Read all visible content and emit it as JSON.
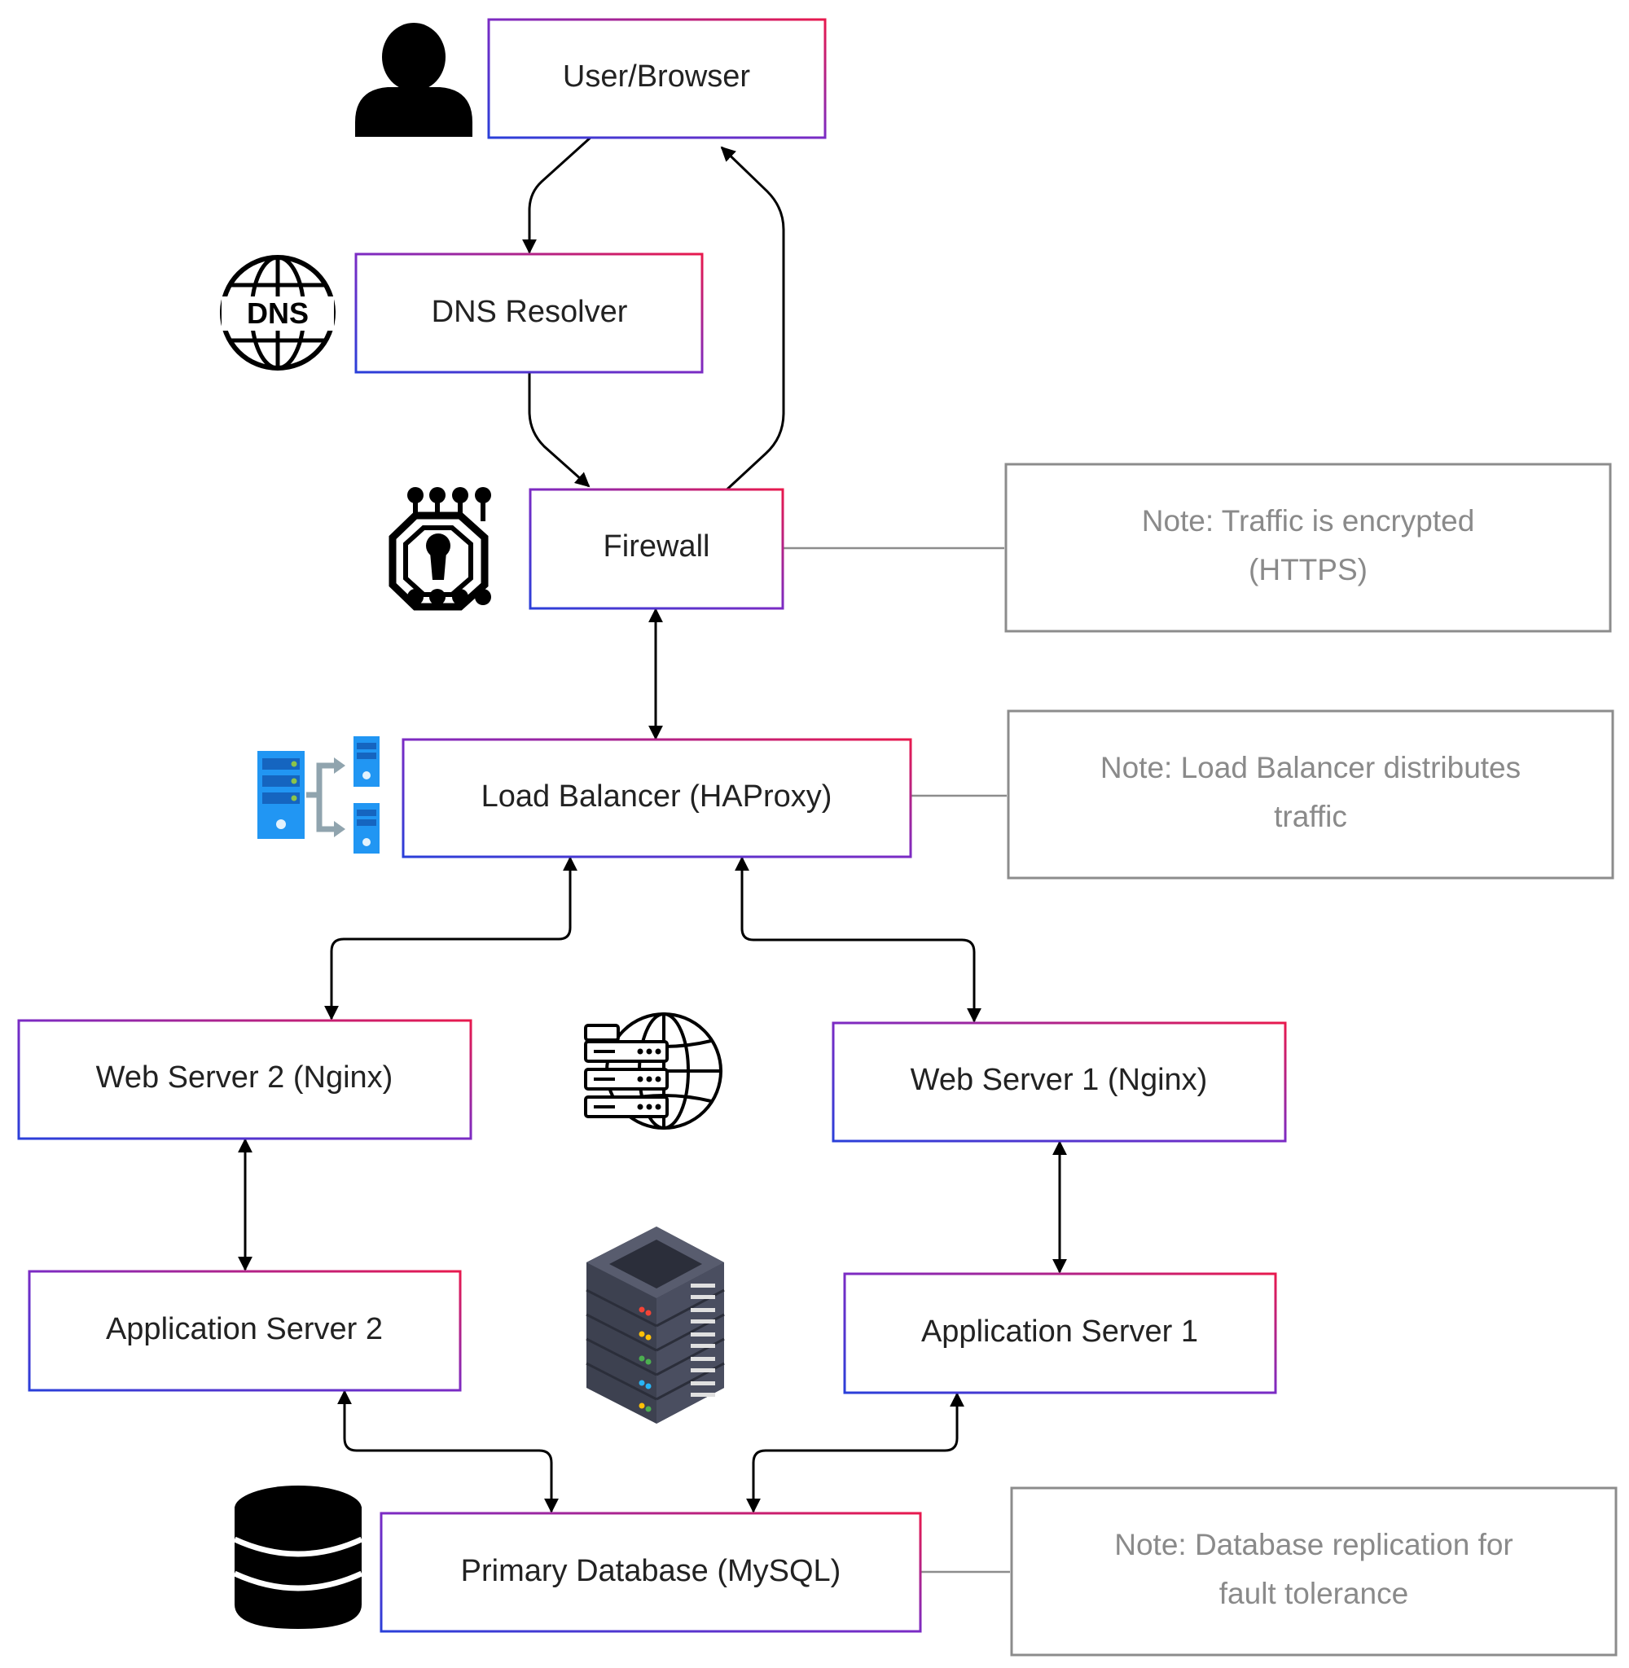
{
  "nodes": {
    "user_browser": "User/Browser",
    "dns_resolver": "DNS Resolver",
    "firewall": "Firewall",
    "load_balancer": "Load Balancer (HAProxy)",
    "web_server_2": "Web Server 2 (Nginx)",
    "web_server_1": "Web Server 1 (Nginx)",
    "app_server_2": "Application Server 2",
    "app_server_1": "Application Server 1",
    "primary_db": "Primary Database (MySQL)"
  },
  "notes": {
    "https": {
      "line1": "Note: Traffic is encrypted",
      "line2": "(HTTPS)"
    },
    "lb": {
      "line1": "Note: Load Balancer distributes",
      "line2": "traffic"
    },
    "db": {
      "line1": "Note: Database replication for",
      "line2": "fault tolerance"
    }
  },
  "icons": {
    "user": "user-icon",
    "dns": "dns-globe-icon",
    "firewall": "security-chip-icon",
    "load_balancer": "load-balancer-servers-icon",
    "web_server": "server-globe-icon",
    "server_rack": "server-rack-icon",
    "database": "database-icon"
  },
  "colors": {
    "box_gradient_start": "#2a3fd9",
    "box_gradient_end": "#e8194d",
    "note_border": "#8c8c8c",
    "arrow": "#000000",
    "lb_icon_blue": "#2196f3"
  }
}
